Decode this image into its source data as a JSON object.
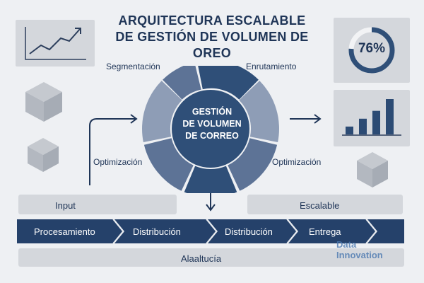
{
  "title": {
    "line1": "ARQUITECTURA ESCALABLE",
    "line2": "DE GESTIÓN DE VOLUMEN DE OREO"
  },
  "center": {
    "line1": "GESTIÓN",
    "line2": "DE VOLUMEN",
    "line3": "DE CORREO"
  },
  "ring_labels": {
    "segmentacion": "Segmentación",
    "enrutamiento": "Enrutamiento",
    "optimizacion_left": "Optimización",
    "optimizacion_right": "Optimización"
  },
  "gauge": {
    "value_text": "76%",
    "value": 0.76
  },
  "bar_chart": {
    "values": [
      1,
      2,
      3,
      4.5
    ],
    "color": "#2c4b74"
  },
  "boxes": {
    "input": "Input",
    "escalable": "Escalable",
    "bottom": "Alaaltucía"
  },
  "flow": [
    "Procesamiento",
    "Distribución",
    "Distribución",
    "Entrega"
  ],
  "watermark": {
    "line1": "Data",
    "line2": "Innovation"
  },
  "colors": {
    "navy": "#1f3557",
    "ring_dark": "#2f4f78",
    "ring_mid": "#5d7396",
    "ring_light": "#8e9db6",
    "card": "#d4d7dc",
    "background": "#eef0f3"
  },
  "icons": [
    "line-chart-icon",
    "gauge-icon",
    "bar-chart-icon",
    "cube-icon"
  ]
}
